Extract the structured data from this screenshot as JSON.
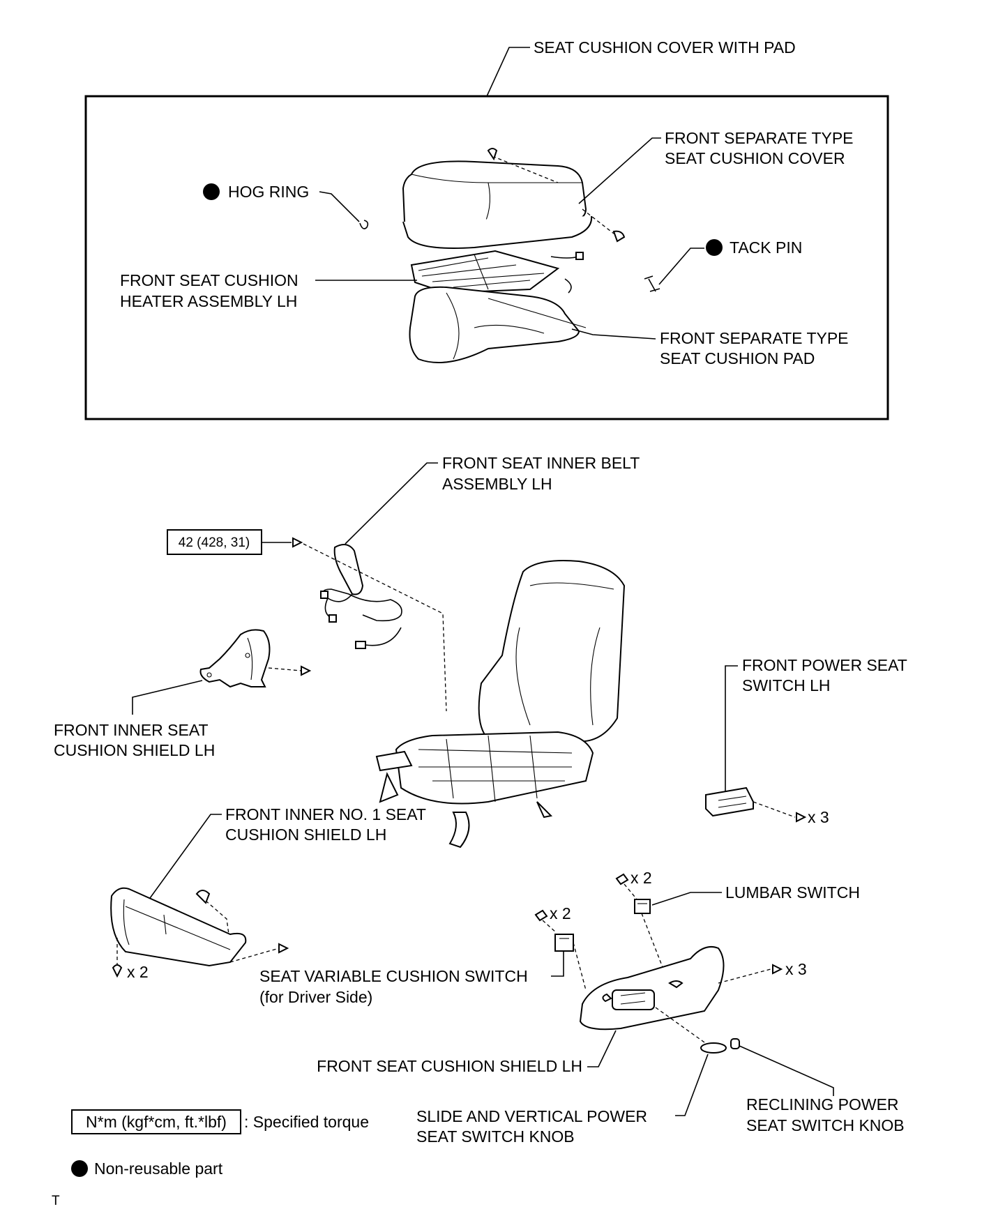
{
  "labels": {
    "seat_cushion_cover_with_pad": "SEAT CUSHION COVER WITH PAD",
    "front_separate_cover_1": "FRONT SEPARATE TYPE",
    "front_separate_cover_2": "SEAT CUSHION COVER",
    "hog_ring": "HOG RING",
    "tack_pin": "TACK PIN",
    "heater_1": "FRONT SEAT CUSHION",
    "heater_2": "HEATER ASSEMBLY LH",
    "pad_1": "FRONT SEPARATE TYPE",
    "pad_2": "SEAT CUSHION PAD",
    "inner_belt_1": "FRONT SEAT INNER BELT",
    "inner_belt_2": "ASSEMBLY LH",
    "torque_value": "42 (428, 31)",
    "inner_shield_1": "FRONT INNER SEAT",
    "inner_shield_2": "CUSHION SHIELD LH",
    "power_switch_1": "FRONT POWER SEAT",
    "power_switch_2": "SWITCH LH",
    "power_switch_qty": "x 3",
    "no1_shield_1": "FRONT INNER NO. 1 SEAT",
    "no1_shield_2": "CUSHION SHIELD LH",
    "lumbar_qty": "x 2",
    "lumbar_switch": "LUMBAR SWITCH",
    "variable_qty": "x 2",
    "shield_qty_x3": "x 3",
    "no1_qty": "x 2",
    "variable_switch_1": "SEAT VARIABLE CUSHION SWITCH",
    "variable_switch_2": "(for Driver Side)",
    "cushion_shield": "FRONT SEAT CUSHION SHIELD LH",
    "slide_knob_1": "SLIDE AND VERTICAL POWER",
    "slide_knob_2": "SEAT SWITCH KNOB",
    "reclining_knob_1": "RECLINING POWER",
    "reclining_knob_2": "SEAT SWITCH KNOB"
  },
  "legend": {
    "torque_box": "N*m (kgf*cm, ft.*lbf)",
    "torque_text": ": Specified torque",
    "nonreusable_text": "Non-reusable part"
  },
  "footer_mark": "T"
}
